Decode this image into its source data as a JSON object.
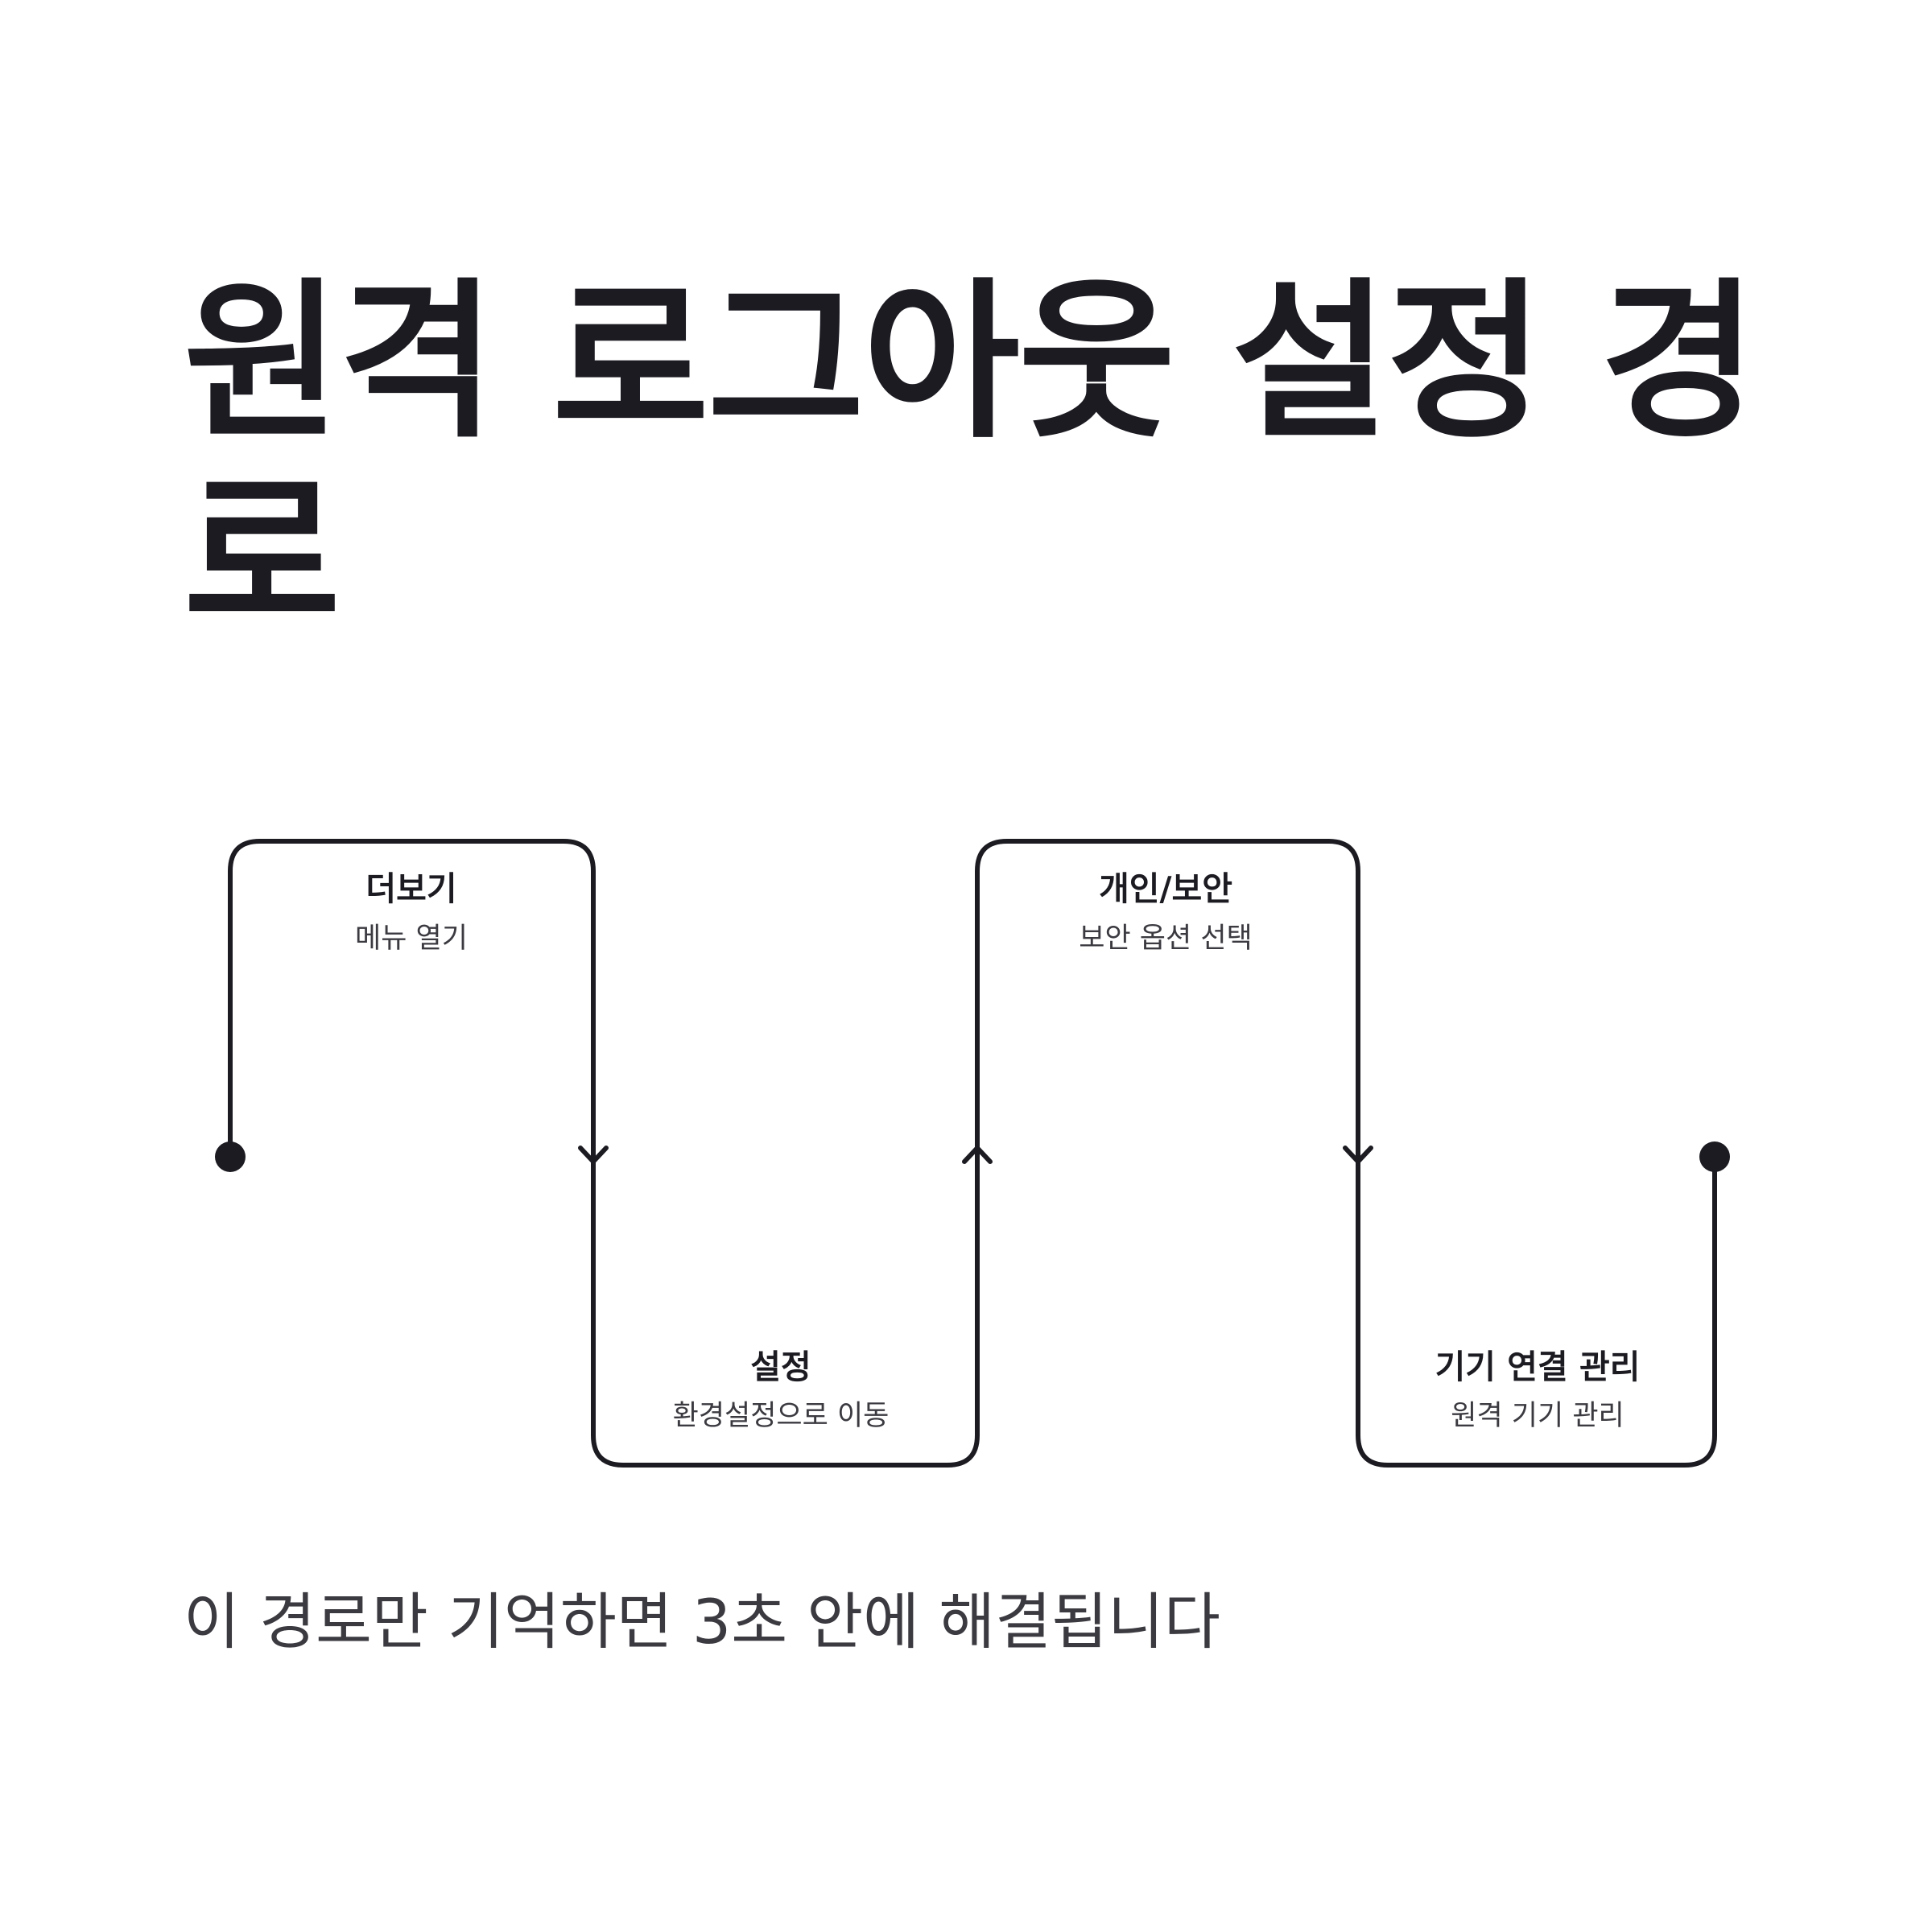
{
  "title": "원격 로그아웃 설정 경로",
  "steps": [
    {
      "title": "더보기",
      "desc": "메뉴 열기"
    },
    {
      "title": "설정",
      "desc": "환경설정으로 이동"
    },
    {
      "title": "개인/보안",
      "desc": "보안 옵션 선택"
    },
    {
      "title": "기기 연결 관리",
      "desc": "원격 기기 관리"
    }
  ],
  "footer": "이 경로만 기억하면 3초 안에 해결됩니다",
  "colors": {
    "ink": "#1c1b22",
    "muted": "#3a3a40",
    "background": "#ffffff"
  }
}
